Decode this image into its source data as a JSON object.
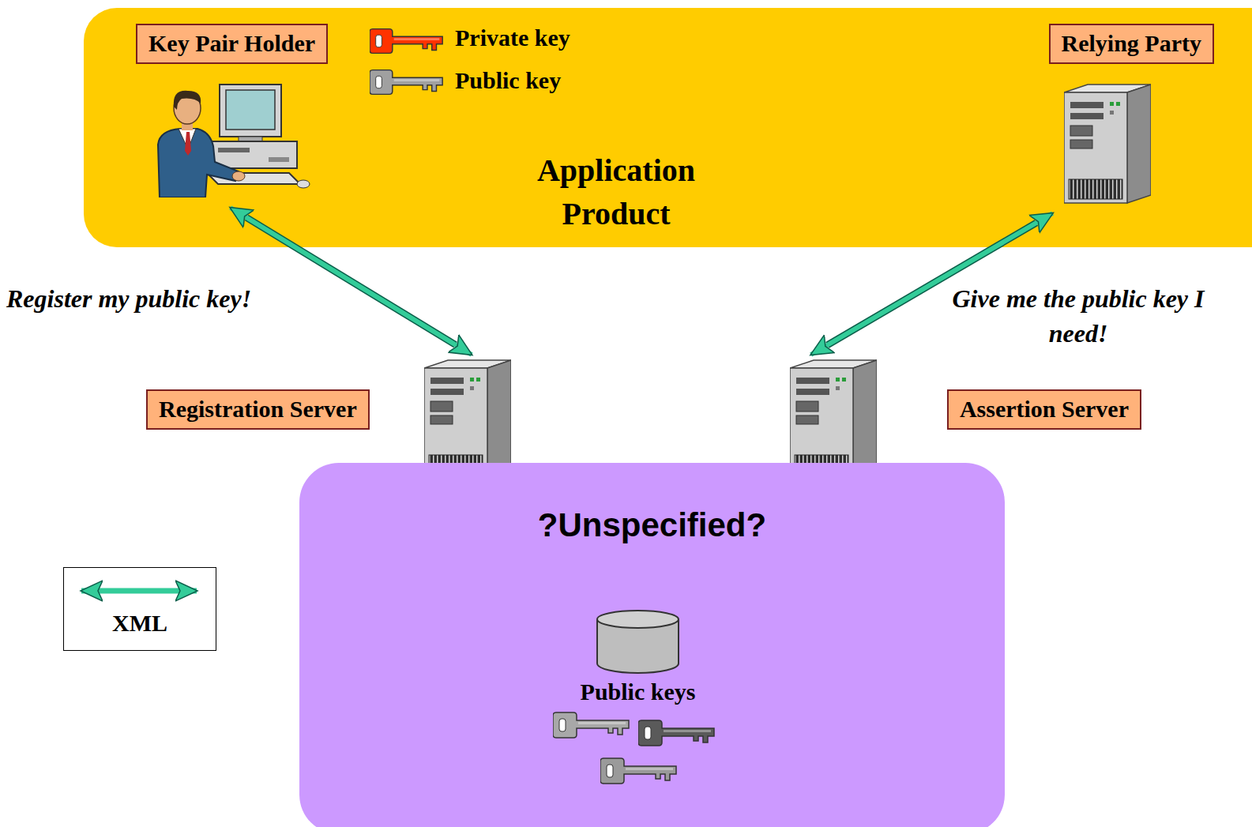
{
  "diagram": {
    "nodes": [
      {
        "text": [
          "Application Product"
        ]
      },
      {
        "text": [
          "Key Pair Holder"
        ],
        "in": 0
      },
      {
        "text": [
          "Relying Party"
        ],
        "in": 0
      },
      {
        "text": [
          "Registration Server"
        ]
      },
      {
        "text": [
          "Assertion Server"
        ]
      },
      {
        "text": [
          "?Unspecified?"
        ]
      },
      {
        "text": [
          "Public keys"
        ],
        "in": 5
      }
    ],
    "edges": [
      {
        "from": 1,
        "to": 3,
        "label": "Register my public key!",
        "arrow": "both"
      },
      {
        "from": 2,
        "to": 4,
        "label": "Give me the public key I need!",
        "arrow": "both"
      }
    ],
    "labels": [
      "Private key",
      "Public key"
    ],
    "legend": [
      {
        "text": "XML"
      }
    ]
  }
}
